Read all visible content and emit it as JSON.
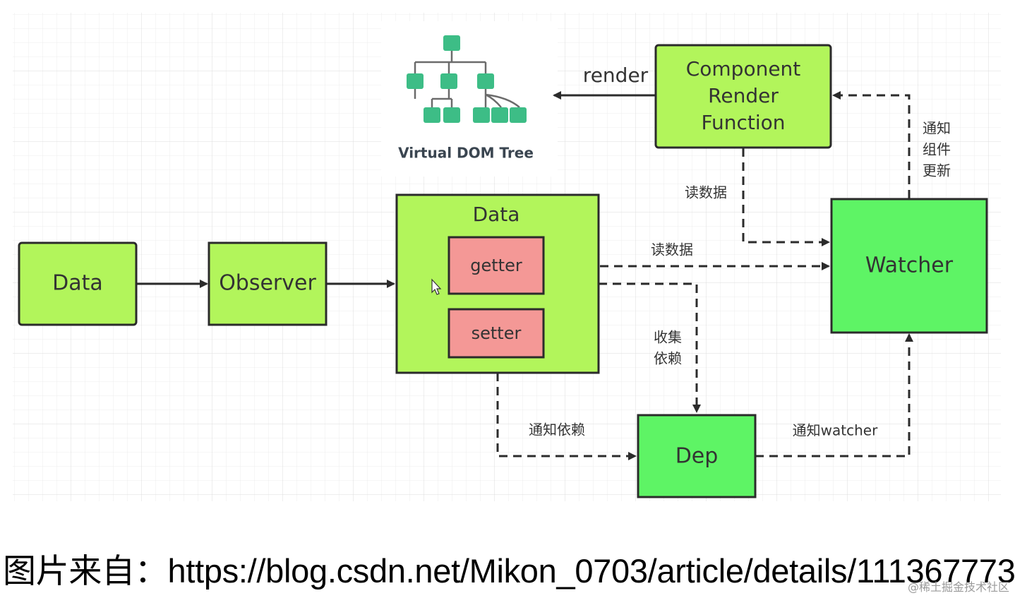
{
  "diagram": {
    "nodes": {
      "data_source": "Data",
      "observer": "Observer",
      "data_container": "Data",
      "getter": "getter",
      "setter": "setter",
      "component_render_lines": [
        "Component",
        "Render",
        "Function"
      ],
      "watcher": "Watcher",
      "dep": "Dep",
      "vdom_label": "Virtual DOM Tree"
    },
    "edges": {
      "render": "render",
      "read_data_1": "读数据",
      "read_data_2": "读数据",
      "collect_deps_lines": [
        "收集",
        "依赖"
      ],
      "notify_deps": "通知依赖",
      "notify_watcher": "通知watcher",
      "notify_update_lines": [
        "通知",
        "组件",
        "更新"
      ]
    },
    "colors": {
      "light_green": "#b2f55b",
      "bright_green": "#5ef465",
      "pink": "#f49896",
      "tree_green": "#3dbd86",
      "stroke": "#2b2b2b",
      "grid": "#e6e6e6"
    }
  },
  "caption": "图片来自：https://blog.csdn.net/Mikon_0703/article/details/111367773",
  "watermark": "@稀土掘金技术社区"
}
